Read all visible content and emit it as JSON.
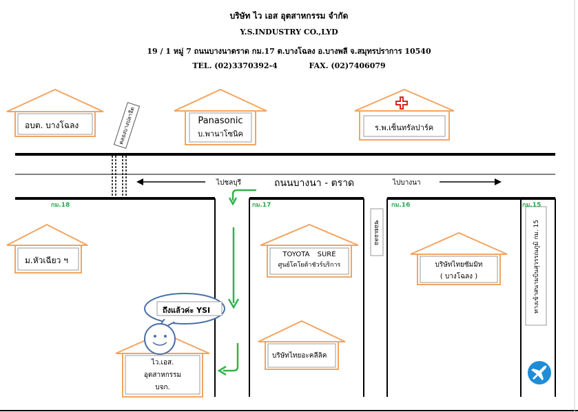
{
  "header": {
    "company_thai": "บริษัท ไว เอส อุตสาหกรรม จำกัด",
    "company_en": "Y.S.INDUSTRY CO.,LYD",
    "address": "19 / 1 หมู่ 7 ถนนบางนาตราด กม.17 ต.บางโฉลง อ.บางพลี จ.สมุทรปราการ 10540",
    "tel": "TEL. (02)3370392-4",
    "fax": "FAX. (02)7406079"
  },
  "road": {
    "name": "ถนนบางนา - ตราด",
    "to_chonburi": "ไปชลบุรี",
    "to_bangna": "ไปบางนา"
  },
  "km_markers": [
    "กม.18",
    "กม.17",
    "กม.16",
    "กม.15"
  ],
  "places": {
    "obt": "อบต. บางโฉลง",
    "panasonic_en": "Panasonic",
    "panasonic_th": "บ.พานาโซนิค",
    "hospital": "ร.พ.เซ็นทรัลปาร์ค",
    "village": "ม.หัวเฉียว ฯ",
    "toyota_en": "TOYOTA SURE",
    "toyota_th": "ศูนย์โตโยต้าชัวร์บริการ",
    "sumitomo_line1": "บริษัทไทยซัมมิท",
    "sumitomo_line2": "( บางโฉลง )",
    "yazaki": "บริษัทไทยอะคลีลิค",
    "ys_line1": "ไว.เอส.",
    "ys_line2": "อุตสาหกรรม",
    "ys_line3": "บจก.",
    "canal": "คลองบางปลาจีด",
    "soi": "ซอยเอลอ",
    "airport_road": "ทางเข้าสนามบินสุวรรณภูมิ กม. 15"
  },
  "speech": "ถึงแล้วค่ะ YSI",
  "colors": {
    "house": "#f4a460",
    "road": "#000000",
    "arrow_green": "#2fb34a",
    "km_green": "#2aa84a",
    "bubble": "#4a6fa5",
    "hospital_cross": "#e02020",
    "plane": "#1f8dd6"
  },
  "icons": [
    "hospital-cross-icon",
    "smiley-face-icon",
    "airplane-icon"
  ]
}
